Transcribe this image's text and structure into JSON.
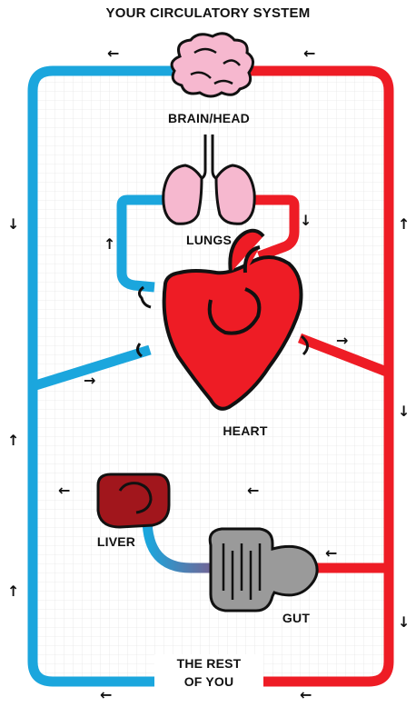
{
  "title": "YOUR CIRCULATORY SYSTEM",
  "labels": {
    "brain": "BRAIN/HEAD",
    "lungs": "LUNGS",
    "heart": "HEART",
    "liver": "LIVER",
    "gut": "GUT",
    "rest_line1": "THE REST",
    "rest_line2": "OF YOU"
  },
  "colors": {
    "oxygen_poor": "#1BA6DD",
    "oxygen_rich": "#EE1C25",
    "heart": "#EE1C25",
    "brain_lungs": "#F6B8CF",
    "liver": "#A1161C",
    "gut": "#9A9A9A",
    "outline": "#111111",
    "grid": "#E4E4E4"
  },
  "arrows": {
    "glyphs": [
      "arrow-left-icon",
      "arrow-down-icon",
      "arrow-up-icon",
      "arrow-right-icon"
    ]
  }
}
